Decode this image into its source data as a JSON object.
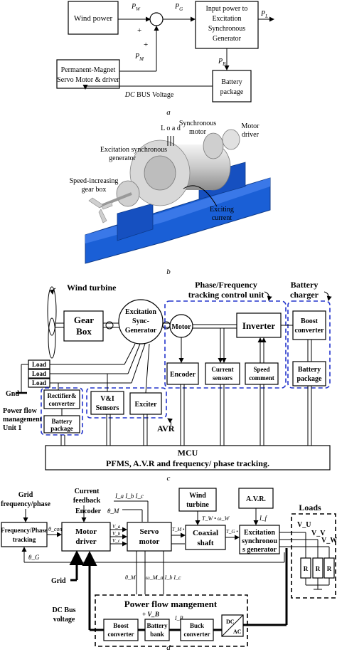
{
  "panel_a": {
    "wind_power": "Wind power",
    "pw": "P",
    "pw_sub": "W",
    "pg": "P",
    "pg_sub": "G",
    "plus1": "+",
    "plus2": "+",
    "pm": "P",
    "pm_sub": "M",
    "excite_l1": "Input power to",
    "excite_l2": "Excitation",
    "excite_l3": "Synchronous",
    "excite_l4": "Generator",
    "pl": "P",
    "pl_sub": "L",
    "pb": "P",
    "pb_sub": "B",
    "pmsm_l1": "Permanent-Magnet",
    "pmsm_l2": "Servo Motor & driver",
    "battery_l1": "Battery",
    "battery_l2": "package",
    "dcbus": "DC BUS Voltage",
    "caption": "a"
  },
  "panel_b": {
    "load": "L o a d",
    "sync_motor_l1": "Synchronous",
    "sync_motor_l2": "motor",
    "motor_driver_l1": "Motor",
    "motor_driver_l2": "driver",
    "excite_gen_l1": "Excitation synchronous",
    "excite_gen_l2": "generator",
    "gearbox_l1": "Speed-increasing",
    "gearbox_l2": "gear box",
    "exciting_l1": "Exciting",
    "exciting_l2": "current",
    "caption": "b"
  },
  "panel_c": {
    "wind_turbine": "Wind turbine",
    "phase_title_l1": "Phase/Frequency",
    "phase_title_l2": "tracking control unit",
    "battery_charger_l1": "Battery",
    "battery_charger_l2": "charger",
    "gearbox_l1": "Gear",
    "gearbox_l2": "Box",
    "esg_l1": "Excitation",
    "esg_l2": "Sync-",
    "esg_l3": "Generator",
    "motor": "Motor",
    "inverter": "Inverter",
    "boost_l1": "Boost",
    "boost_l2": "converter",
    "load1": "Load",
    "load2": "Load",
    "load3": "Load",
    "encoder": "Encoder",
    "current_l1": "Current",
    "current_l2": "sensors",
    "speed_l1": "Speed",
    "speed_l2": "comment",
    "batt_l1": "Battery",
    "batt_l2": "package",
    "gnd": "Gnd",
    "rect_l1": "Rectifier&",
    "rect_l2": "converter",
    "vi_l1": "V&I",
    "vi_l2": "Sensors",
    "exciter": "Exciter",
    "pfm_l1": "Power flow",
    "pfm_l2": "management",
    "pfm_l3": "Unit 1",
    "batt2_l1": "Battery",
    "batt2_l2": "package",
    "avr": "AVR",
    "mcu_l1": "MCU",
    "mcu_l2": "PFMS, A.V.R and frequency/ phase tracking.",
    "caption": "c"
  },
  "panel_d": {
    "grid_freq_l1": "Grid",
    "grid_freq_l2": "frequency/phase",
    "current_fb_l1": "Current",
    "current_fb_l2": "feedback",
    "iabc": "I_a I_b I_c",
    "encoder": "Encoder",
    "theta_m": "θ_M",
    "wind_turbine_l1": "Wind",
    "wind_turbine_l2": "turbine",
    "avr": "A.V.R.",
    "loads": "Loads",
    "fpt_l1": "Frequency/Phase",
    "fpt_l2": "tracking",
    "theta_com": "θ_com",
    "motor_driver_l1": "Motor",
    "motor_driver_l2": "driver",
    "va": "V_a",
    "vb": "V_b",
    "vc": "V_c",
    "servo_l1": "Servo",
    "servo_l2": "motor",
    "tm_wm": "T_M • ω_M",
    "tw_ww": "T_W • ω_W",
    "coax_l1": "Coaxial",
    "coax_l2": "shaft",
    "tg_wg": "T_G • ω_G",
    "if": "I_f",
    "esg_l1": "Excitation",
    "esg_l2": "synchronou",
    "esg_l3": "s generator",
    "vu": "V_U",
    "vv": "V_V",
    "vw": "V_W",
    "r": "R",
    "theta_g": "θ_G",
    "grid": "Grid",
    "theta_m2": "θ_M",
    "omega_m": "ω_M",
    "iabc2": "I_a I_b I_c",
    "dcbus_l1": "DC Bus",
    "dcbus_l2": "voltage",
    "pfm_title": "Power flow mangement",
    "vb_plus": "+ V_B",
    "ib": "I_B",
    "boost_l1": "Boost",
    "boost_l2": "converter",
    "bank_l1": "Battery",
    "bank_l2": "bank",
    "buck_l1": "Buck",
    "buck_l2": "converter",
    "dc": "DC",
    "ac": "AC",
    "caption": "d"
  }
}
